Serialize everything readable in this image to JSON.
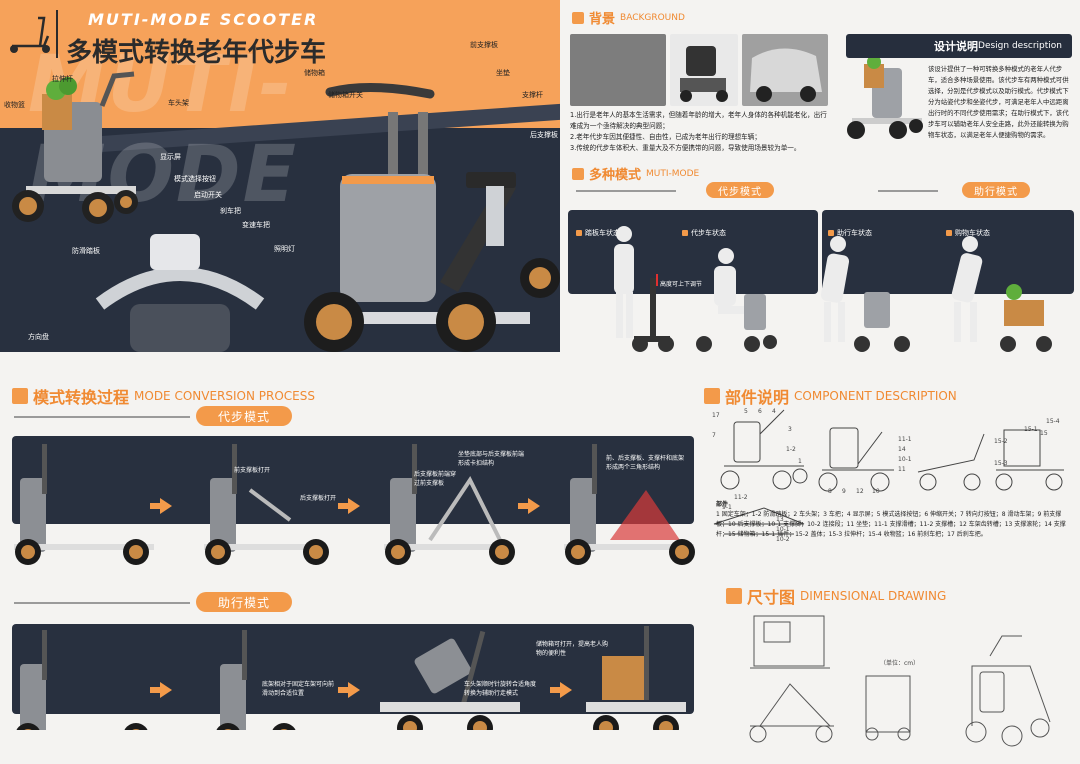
{
  "hero": {
    "title_en": "MUTI-MODE  SCOOTER",
    "title_cn": "多模式转换老年代步车",
    "watermark": "MUTI-MODE",
    "labels": {
      "pull_rod": "拉伸杆",
      "basket": "收物篮",
      "head_frame": "车头架",
      "storage": "储物箱",
      "storage_switch": "储物箱开关",
      "front_support": "前支撑板",
      "seat": "坐垫",
      "support_rod": "支撑杆",
      "rear_support": "后支撑板",
      "display": "显示屏",
      "mode_button": "模式选择按钮",
      "start_switch": "启动开关",
      "brake": "刹车把",
      "throttle": "变速车把",
      "headlight": "照明灯",
      "anti_skid": "防滑踏板",
      "steering": "方向盘"
    }
  },
  "background": {
    "heading_cn": "背景",
    "heading_en": "BACKGROUND",
    "points": [
      "1.出行是老年人的基本生活需求，但随着年龄的增大，老年人身体的各种机能老化，出行难成为一个亟待解决的典型问题；",
      "2.老年代步车因其便捷性、自由性，已成为老年出行的理想车辆；",
      "3.传统的代步车体积大、重量大及不方便携带的问题，导致使用场景较为单一。"
    ]
  },
  "design": {
    "heading_cn": "设计说明",
    "heading_en": "Design description",
    "text": "该设计提供了一种可转换多种模式的老年人代步车，适合多种场景使用。该代步车有两种模式可供选择，分别是代步模式以及助行模式。代步模式下分为站姿代步和坐姿代步，可满足老年人中远距离出行时的不同代步使用需求；在助行模式下，该代步车可以辅助老年人安全走路，此外还能转换为购物车状态，以满足老年人便捷购物的需求。"
  },
  "modes": {
    "heading_cn": "多种模式",
    "heading_en": "MUTI-MODE",
    "mode_a": "代步模式",
    "mode_b": "助行模式",
    "states": [
      "踏板车状态",
      "代步车状态",
      "助行车状态",
      "购物车状态"
    ],
    "note": "高度可上下调节"
  },
  "conversion": {
    "heading_cn": "模式转换过程",
    "heading_en": "MODE CONVERSION PROCESS",
    "pill_a": "代步模式",
    "pill_b": "助行模式",
    "notes_a": [
      "前支撑板打开",
      "后支撑板打开",
      "坐垫底部与后支撑板前端形成卡扣结构",
      "后支撑板前端穿过前支撑板",
      "前、后支撑板、支撑杆和底架形成两个三角形结构"
    ],
    "notes_b": [
      "底架相对于固定车架可向前滑动到合适位置",
      "车头架顺时针旋转合适角度转换为辅助行走模式",
      "储物箱可打开，提高老人购物的便利性"
    ]
  },
  "components": {
    "heading_cn": "部件说明",
    "heading_en": "COMPONENT DESCRIPTION",
    "title": "部件",
    "text": "1 固定车架；1-2 防滑踏板；2 车头架；3 车把；4 显示屏；5 模式选择按钮；6 伸缩开关；7 转向灯按钮；8 滑动车架；9 前支撑板；10 后支撑板；10-1 支撑脚；10-2 连接段；11 坐垫；11-1 支撑滑槽；11-2 支撑槽；12 车架齿转槽；13 支撑滚轮；14 支撑杆；15 储物箱；15-1 插件；15-2 盖体；15-3 拉伸杆；15-4 收物篮；16 前刹车把；17 后刹车把。",
    "nums": [
      "17",
      "5",
      "6",
      "4",
      "7",
      "3",
      "1-2",
      "1",
      "15-1",
      "15",
      "8",
      "9",
      "12",
      "10",
      "11-1",
      "14",
      "10-1",
      "11",
      "15-2",
      "15-3",
      "15-4",
      "11-2",
      "9-1",
      "13",
      "10-1",
      "10-2"
    ]
  },
  "dimensions": {
    "heading_cn": "尺寸图",
    "heading_en": "DIMENSIONAL DRAWING",
    "unit": "（单位：cm）"
  },
  "colors": {
    "orange": "#f39a4a",
    "dark": "#28303f",
    "page": "#f4f3f1"
  }
}
